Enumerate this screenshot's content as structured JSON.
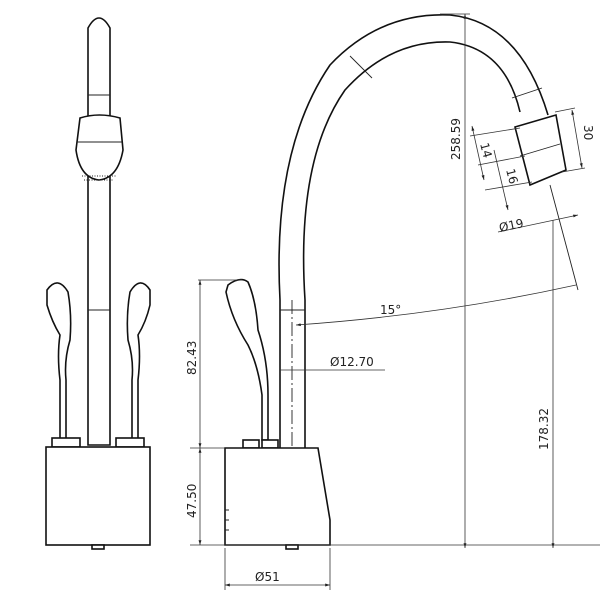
{
  "drawing": {
    "views": [
      "front-view",
      "side-view"
    ],
    "dimensions": {
      "total_height": "258.59",
      "spout_height": "178.32",
      "handle_height": "82.43",
      "base_height": "47.50",
      "base_diameter": "Ø51",
      "pipe_diameter": "Ø12.70",
      "spout_angle": "15°",
      "nozzle_length": "30",
      "nozzle_segment_1": "14",
      "nozzle_segment_2": "16",
      "nozzle_diameter": "Ø19"
    },
    "colors": {
      "line": "#111111",
      "background": "#ffffff"
    }
  }
}
